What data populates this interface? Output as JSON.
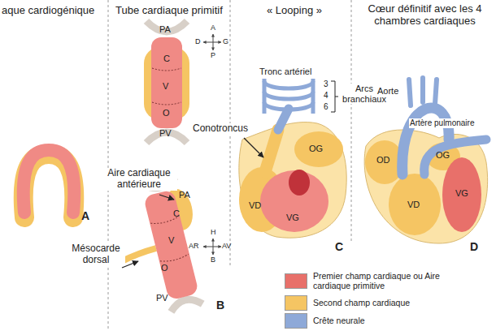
{
  "diagram": {
    "labels": [
      "aque cardiogénique",
      "Tube cardiaque primitif",
      "« Looping »",
      "Cœur définitif avec les 4 chambres cardiaques",
      "A",
      "PA",
      "C",
      "V",
      "O",
      "PV",
      "A",
      "D",
      "G",
      "P",
      "Aire cardiaque antérieure",
      "PA",
      "C",
      "V",
      "O",
      "PV",
      "Mésocarde dorsal",
      "H",
      "AR",
      "AV",
      "B",
      "B",
      "Tronc artériel",
      "3",
      "4",
      "6",
      "Arcs branchiaux",
      "Conotroncus",
      "OG",
      "VD",
      "VG",
      "C",
      "Aorte",
      "Artère pulmonaire",
      "OD",
      "OG",
      "VD",
      "VG",
      "D"
    ],
    "legend": [
      {
        "text": "Premier champ cardiaque ou Aire cardiaque primitive",
        "color": "#e8706a"
      },
      {
        "text": "Second champ cardiaque",
        "color": "#f5c563"
      },
      {
        "text": "Crête neurale",
        "color": "#8ea9d8"
      }
    ]
  }
}
